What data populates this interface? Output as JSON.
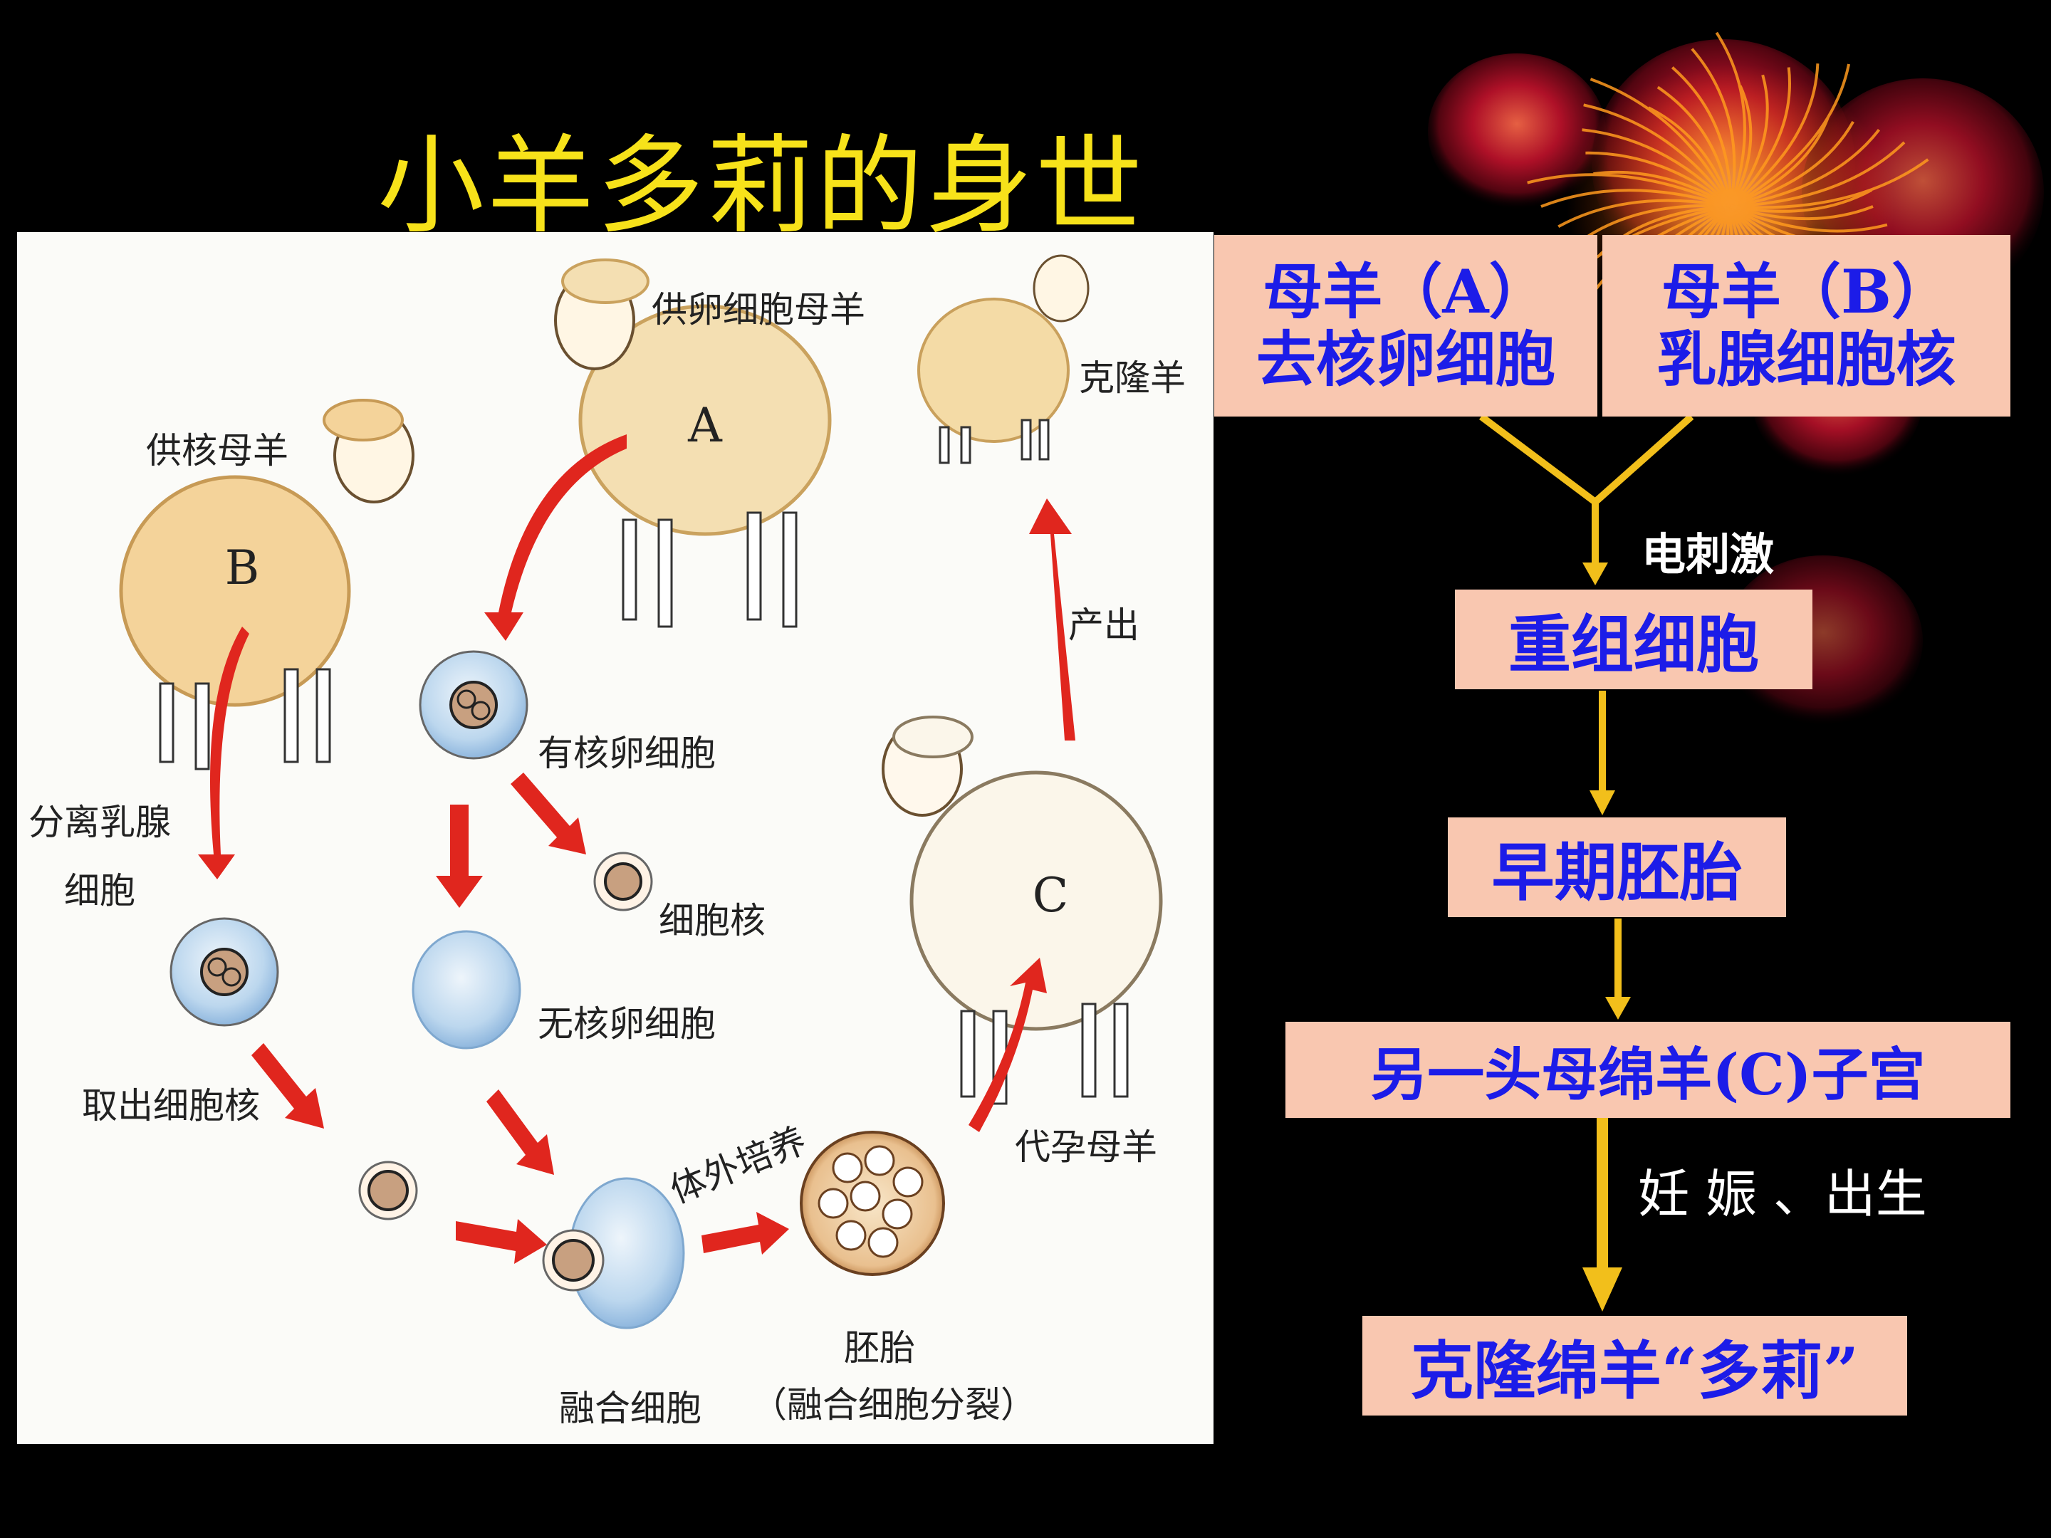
{
  "title": "小羊多莉的身世",
  "diagram": {
    "sheep_labels": {
      "a": "A",
      "b": "B",
      "c": "C"
    },
    "labels": {
      "egg_donor": "供卵细胞母羊",
      "clone": "克隆羊",
      "nucleus_donor": "供核母羊",
      "separate_mammary": "分离乳腺",
      "cells": "细胞",
      "nucleated_egg": "有核卵细胞",
      "nucleus": "细胞核",
      "enucleated_egg": "无核卵细胞",
      "extract_nucleus": "取出细胞核",
      "in_vitro": "体外培养",
      "born": "产出",
      "surrogate": "代孕母羊",
      "embryo": "胚胎",
      "embryo_note": "（融合细胞分裂）",
      "fused_cell": "融合细胞"
    }
  },
  "flowchart": {
    "box_a": {
      "line1": "母羊（A）",
      "line2": "去核卵细胞"
    },
    "box_b": {
      "line1": "母羊（B）",
      "line2": "乳腺细胞核"
    },
    "stimulus": "电刺激",
    "step1": "重组细胞",
    "step2": "早期胚胎",
    "step3": "另一头母绵羊(C)子宫",
    "pregnancy": "妊 娠 、出生",
    "final": "克隆绵羊“多莉”"
  },
  "colors": {
    "background": "#000000",
    "title": "#f7e21a",
    "box_fill": "#f9c7b0",
    "box_text": "#1c1ce8",
    "flow_arrow": "#f2bf1b",
    "diagram_arrow": "#e0261e",
    "panel": "#fbfbf8"
  }
}
